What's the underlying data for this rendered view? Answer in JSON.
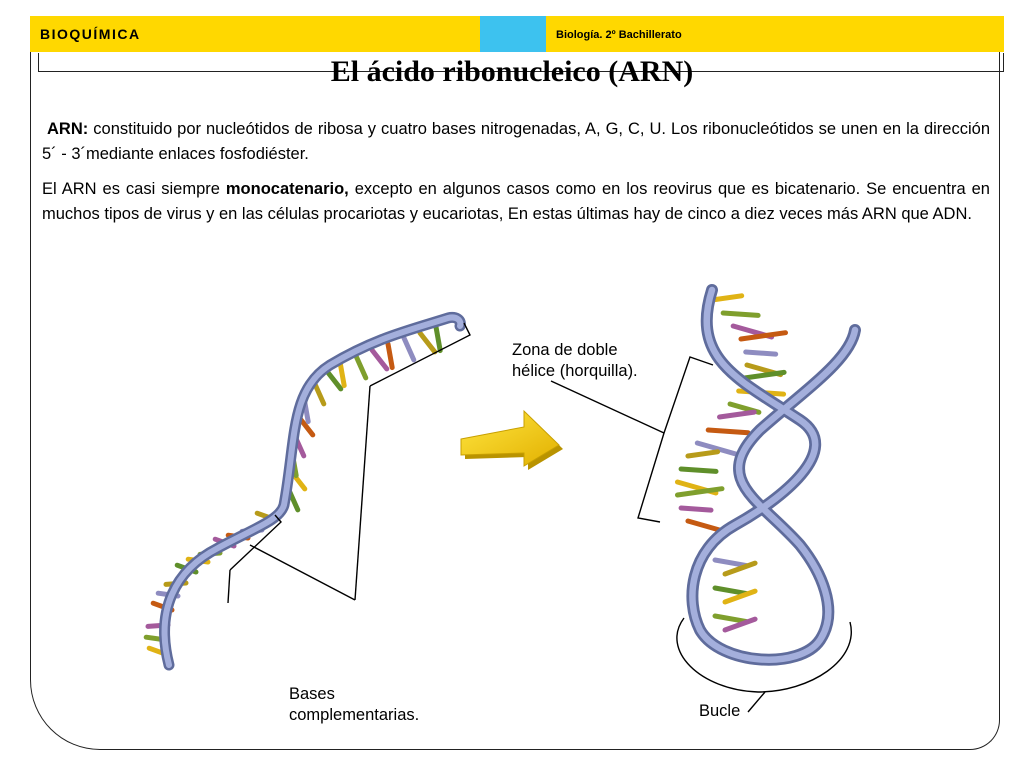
{
  "header": {
    "left": "BIOQUÍMICA",
    "right": "Biología. 2º Bachillerato"
  },
  "title": "El ácido ribonucleico (ARN)",
  "para1": {
    "bold": "ARN:",
    "text": " constituido por nucleótidos de ribosa y cuatro bases nitrogenadas, A, G, C, U. Los ribonucleótidos se unen en la dirección 5´   -   3´mediante enlaces fosfodiéster."
  },
  "para2": {
    "before": "El ARN es casi siempre ",
    "bold": "monocatenario,",
    "after": " excepto en algunos casos como en los reovirus que es bicatenario. Se encuentra en muchos tipos de virus y en las células procariotas y eucariotas, En estas últimas hay de cinco a diez veces más ARN que ADN."
  },
  "labels": {
    "zona_line1": "Zona de doble",
    "zona_line2": "hélice (horquilla).",
    "bases_line1": "Bases",
    "bases_line2": "complementarias.",
    "bucle": "Bucle"
  },
  "colors": {
    "header_yellow": "#ffd800",
    "header_blue": "#3dc2ef",
    "backbone": "#8d99c8",
    "arrow": "#f2c400"
  }
}
